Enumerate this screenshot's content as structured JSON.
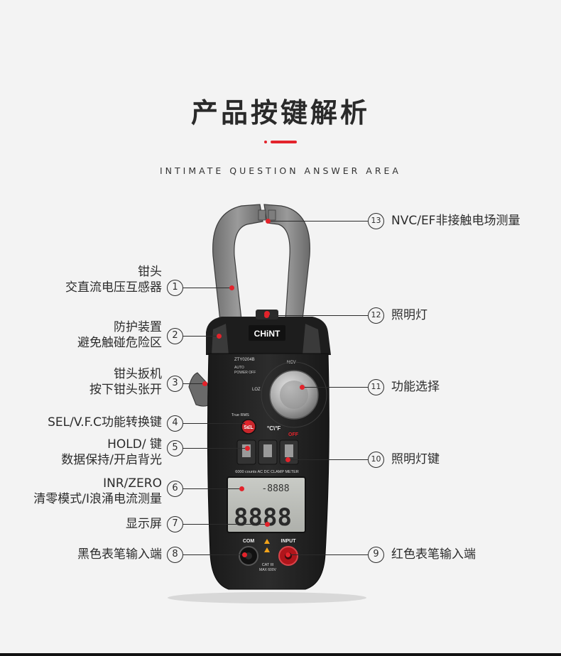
{
  "header": {
    "title": "产品按键解析",
    "subtitle": "INTIMATE QUESTION ANSWER AREA"
  },
  "device": {
    "brand": "CHiNT",
    "model": "ZTY0204B",
    "auto_power": "AUTO\nPOWER OFF",
    "true_rms": "True RMS",
    "sel": "SEL",
    "off": "OFF",
    "temp": "°C\\°F",
    "loz": "LOZ",
    "ncv": "NCV",
    "counts": "6000 counts AC DC CLAMP METER",
    "com": "COM",
    "input": "INPUT",
    "cat": "CAT III\nMAX 600V",
    "lcd_main": "8888",
    "lcd_small": "-8888"
  },
  "callouts": [
    {
      "n": "1",
      "side": "left",
      "lines": [
        "钳头",
        "交直流电压互感器"
      ]
    },
    {
      "n": "2",
      "side": "left",
      "lines": [
        "防护装置",
        "避免触碰危险区"
      ]
    },
    {
      "n": "3",
      "side": "left",
      "lines": [
        "钳头扳机",
        "按下钳头张开"
      ]
    },
    {
      "n": "4",
      "side": "left",
      "lines": [
        "SEL/V.F.C功能转换键"
      ]
    },
    {
      "n": "5",
      "side": "left",
      "lines": [
        "HOLD/      键",
        "数据保持/开启背光"
      ]
    },
    {
      "n": "6",
      "side": "left",
      "lines": [
        "INR/ZERO",
        "清零模式/I浪涌电流测量"
      ]
    },
    {
      "n": "7",
      "side": "left",
      "lines": [
        "显示屏"
      ]
    },
    {
      "n": "8",
      "side": "left",
      "lines": [
        "黑色表笔输入端"
      ]
    },
    {
      "n": "9",
      "side": "right",
      "lines": [
        "红色表笔输入端"
      ]
    },
    {
      "n": "10",
      "side": "right",
      "lines": [
        "照明灯键"
      ]
    },
    {
      "n": "11",
      "side": "right",
      "lines": [
        "功能选择"
      ]
    },
    {
      "n": "12",
      "side": "right",
      "lines": [
        "照明灯"
      ]
    },
    {
      "n": "13",
      "side": "right",
      "lines": [
        "NVC/EF非接触电场测量"
      ]
    }
  ],
  "colors": {
    "accent": "#e3232b",
    "body": "#222222",
    "jaw": "#8a8a8a"
  }
}
